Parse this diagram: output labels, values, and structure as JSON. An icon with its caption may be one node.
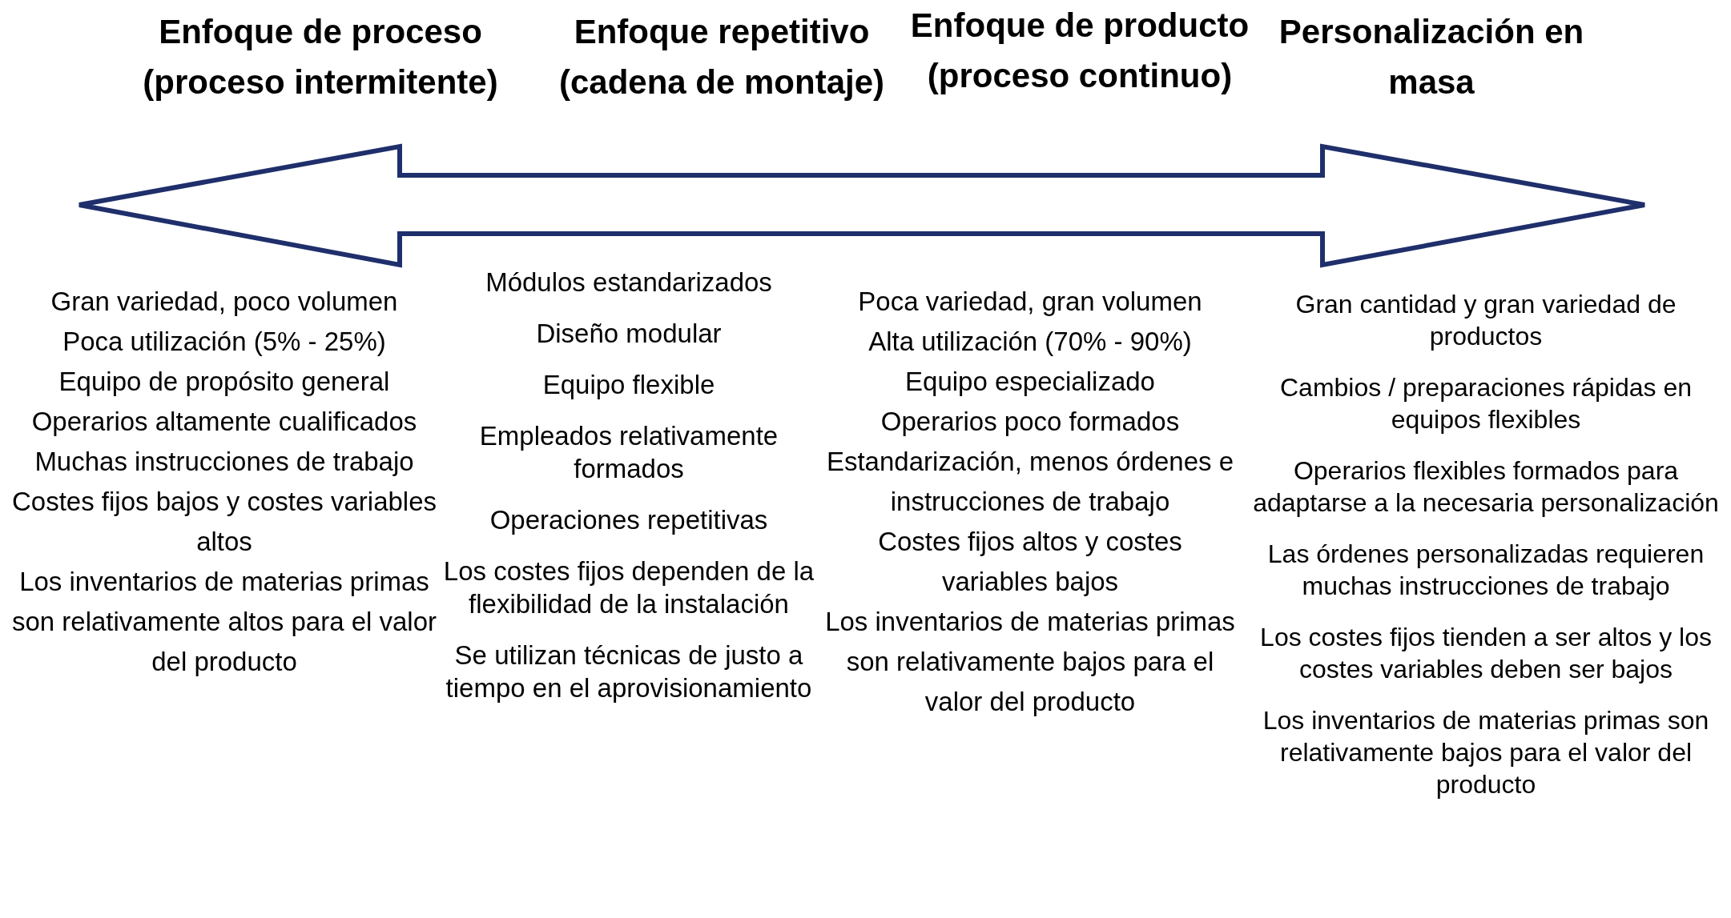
{
  "diagram": {
    "labels": [
      "Enfoque de proceso (proceso intermitente)",
      "Enfoque repetitivo (cadena de montaje)",
      "Enfoque de producto (proceso continuo)",
      "Personalización en masa",
      "Gran variedad, poco volumen",
      "Poca utilización (5% - 25%)",
      "Equipo de propósito general",
      "Operarios altamente cualificados",
      "Muchas instrucciones de trabajo",
      "Costes fijos bajos y costes variables altos",
      "Los inventarios de materias primas son relativamente altos para el valor del producto",
      "Módulos estandarizados",
      "Diseño modular",
      "Equipo flexible",
      "Empleados relativamente formados",
      "Operaciones repetitivas",
      "Los costes fijos dependen de la flexibilidad de la instalación",
      "Se utilizan técnicas de justo a tiempo en el aprovisionamiento",
      "Poca variedad, gran volumen",
      "Alta utilización (70% - 90%)",
      "Equipo especializado",
      "Operarios poco formados",
      "Estandarización, menos órdenes e instrucciones de trabajo",
      "Costes fijos altos y costes variables bajos",
      "Los inventarios de materias primas son relativamente bajos para el valor del producto",
      "Gran cantidad y gran variedad de productos",
      "Cambios / preparaciones rápidas en equipos flexibles",
      "Operarios flexibles formados para adaptarse a la necesaria personalización",
      "Las órdenes personalizadas requieren muchas instrucciones de trabajo",
      "Los costes fijos tienden a ser altos y los costes variables deben ser bajos",
      "Los inventarios de materias primas son relativamente bajos para el valor del producto"
    ]
  }
}
